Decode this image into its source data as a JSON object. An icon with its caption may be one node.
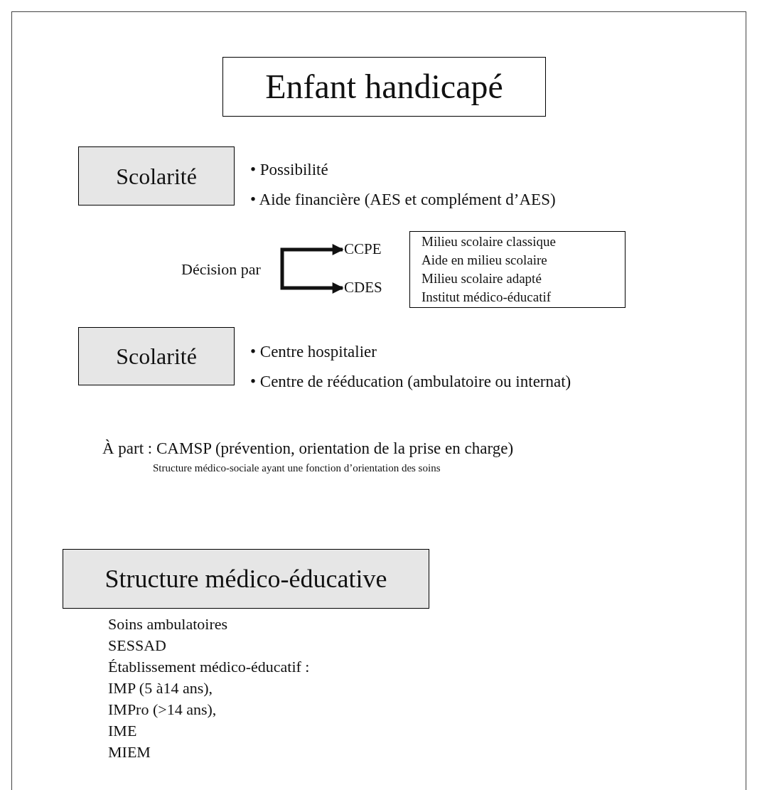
{
  "diagram": {
    "nodes": [
      {
        "text": [
          "Enfant handicapé"
        ]
      },
      {
        "text": [
          "Scolarité"
        ]
      },
      {
        "text": [
          "Décision par"
        ]
      },
      {
        "text": [
          "CCPE"
        ]
      },
      {
        "text": [
          "CDES"
        ]
      },
      {
        "text": [
          "Milieu scolaire classique",
          "Aide en milieu scolaire",
          "Milieu scolaire adapté",
          "Institut médico-éducatif"
        ]
      },
      {
        "text": [
          "Scolarité"
        ]
      },
      {
        "text": [
          "Structure médico-éducative"
        ]
      }
    ],
    "edges": [
      {
        "from": 2,
        "to": 3,
        "arrow": "to"
      },
      {
        "from": 2,
        "to": 4,
        "arrow": "to"
      }
    ],
    "labels": [
      "• Possibilité",
      "• Aide financière (AES et complément d’AES)",
      "• Centre hospitalier",
      "• Centre de rééducation (ambulatoire ou internat)",
      "À part : CAMSP (prévention, orientation de la prise en charge)",
      "Structure médico-sociale ayant une fonction d’orientation des soins",
      "Soins ambulatoires",
      "SESSAD",
      "Établissement médico-éducatif :",
      "IMP (5 à14 ans),",
      "IMPro (>14 ans),",
      "IME",
      "MIEM"
    ]
  }
}
